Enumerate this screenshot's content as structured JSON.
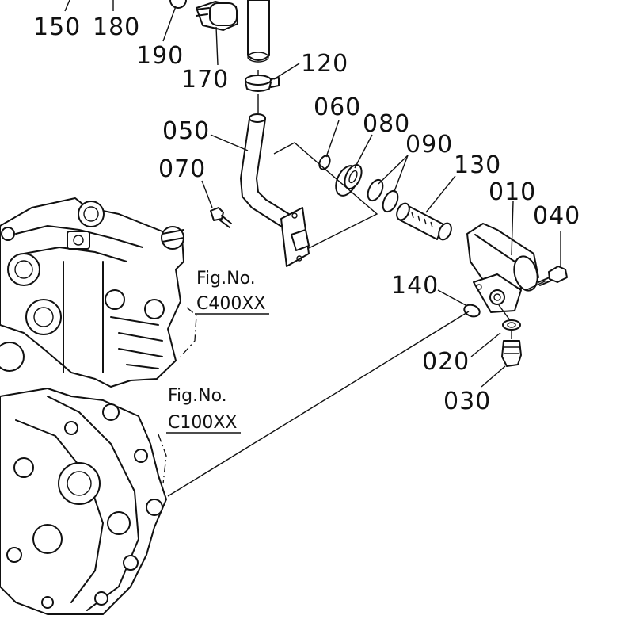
{
  "callouts": {
    "p150": "150",
    "p180": "180",
    "p190": "190",
    "p170": "170",
    "p120": "120",
    "p060": "060",
    "p080": "080",
    "p050": "050",
    "p090": "090",
    "p130": "130",
    "p010": "010",
    "p070": "070",
    "p040": "040",
    "p140": "140",
    "p020": "020",
    "p030": "030"
  },
  "references": {
    "ref1_label": "Fig.No.",
    "ref1_code": "C400XX",
    "ref2_label": "Fig.No.",
    "ref2_code": "C100XX"
  }
}
